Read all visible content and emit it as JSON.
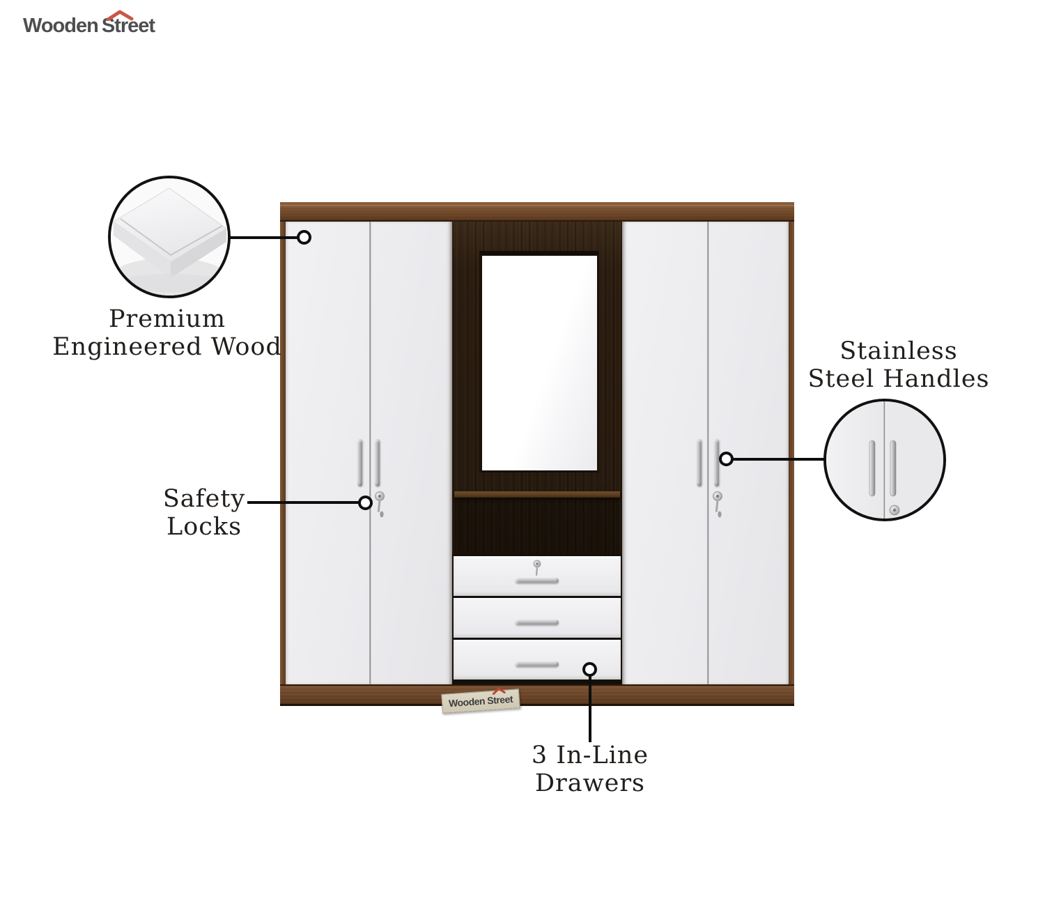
{
  "page": {
    "background": "#ffffff"
  },
  "logo": {
    "text_primary": "Wooden",
    "text_secondary": "Street",
    "text_color": "#4e4e50",
    "roof_color": "#cb5748",
    "roof_icon": "roof-caret-icon"
  },
  "wardrobe": {
    "plaque_text": "Wooden Street",
    "colors": {
      "crown_wood": "#7d5433",
      "frame_wood": "#6a4527",
      "door_white": "#ededef",
      "center_dark_wood": "#271a0e",
      "plinth_wood": "#6f492c",
      "mirror_white": "#fdfdfe",
      "handle_silver": "#bdbdbf",
      "plaque_bg": "#d5cfbc"
    }
  },
  "callouts": {
    "premium_wood": {
      "line1": "Premium",
      "line2": "Engineered Wood"
    },
    "safety_locks": {
      "line1": "Safety",
      "line2": "Locks"
    },
    "steel_handles": {
      "line1": "Stainless",
      "line2": "Steel Handles"
    },
    "inline_drawers": {
      "line1": "3 In-Line",
      "line2": "Drawers"
    }
  },
  "annotation": {
    "line_color": "#0d0d0d",
    "text_color": "#211e1b"
  }
}
